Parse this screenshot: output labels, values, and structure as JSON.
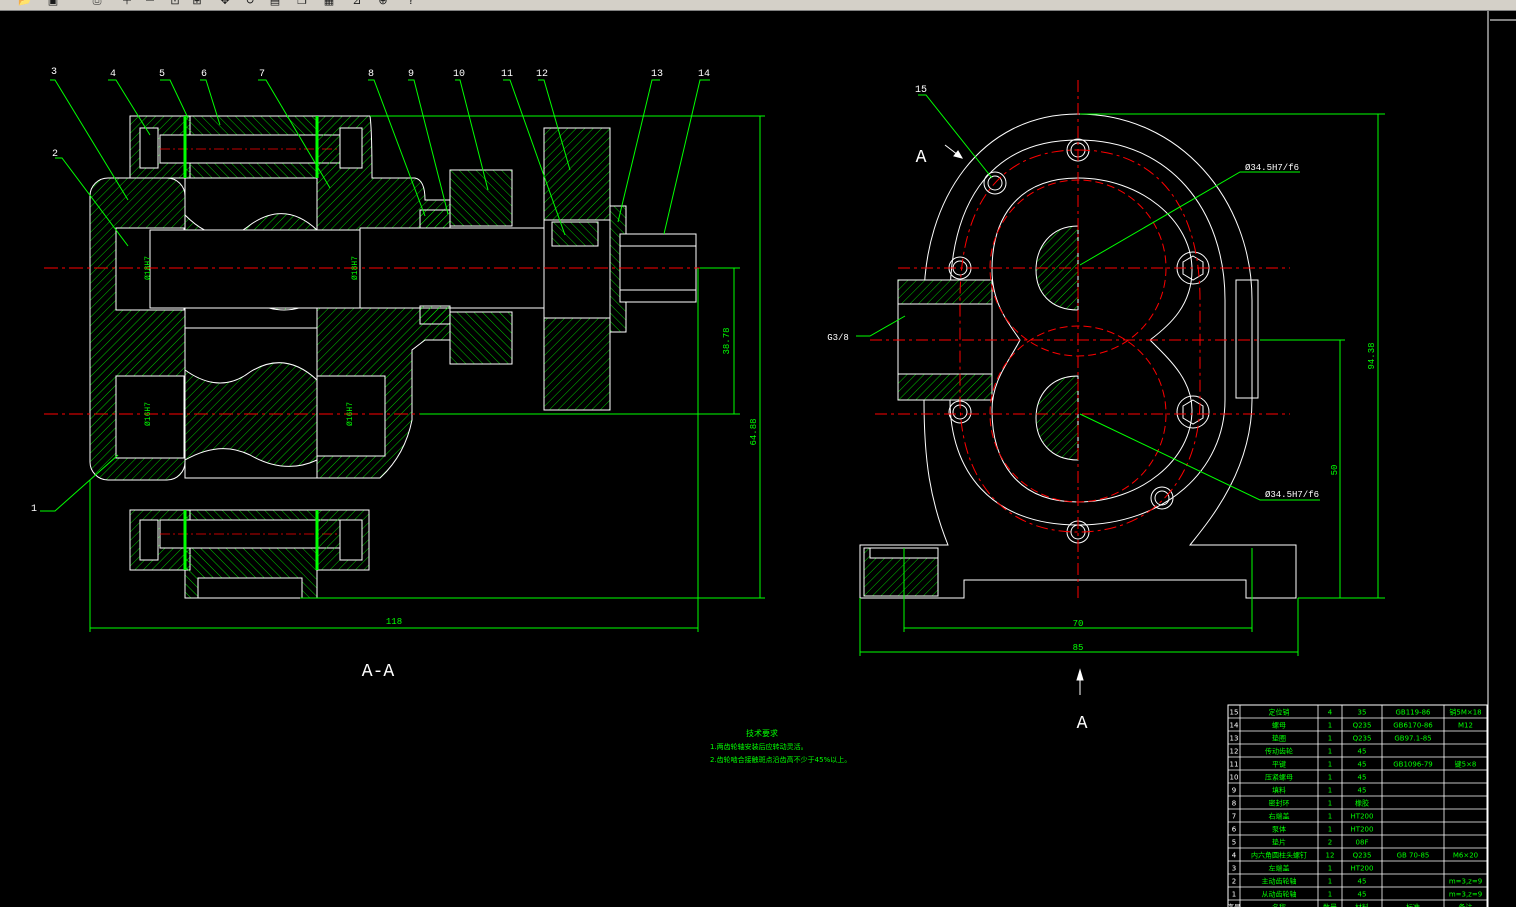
{
  "toolbar": {
    "buttons": [
      {
        "name": "open-icon",
        "glyph": "📂"
      },
      {
        "name": "save-icon",
        "glyph": "▣"
      },
      {
        "name": "print-icon",
        "glyph": "⎙"
      },
      {
        "name": "zoom-in-icon",
        "glyph": "＋"
      },
      {
        "name": "zoom-out-icon",
        "glyph": "－"
      },
      {
        "name": "zoom-window-icon",
        "glyph": "⊡"
      },
      {
        "name": "zoom-all-icon",
        "glyph": "⊞"
      },
      {
        "name": "pan-icon",
        "glyph": "✥"
      },
      {
        "name": "redraw-icon",
        "glyph": "↻"
      },
      {
        "name": "layer-icon",
        "glyph": "▤"
      },
      {
        "name": "copy-icon",
        "glyph": "❐"
      },
      {
        "name": "properties-icon",
        "glyph": "▦"
      },
      {
        "name": "measure-icon",
        "glyph": "⊿"
      },
      {
        "name": "lock-icon",
        "glyph": "⊕"
      },
      {
        "name": "help-icon",
        "glyph": "?"
      }
    ]
  },
  "colors": {
    "background": "#000000",
    "outline": "#ffffff",
    "hatch": "#00ff00",
    "leader": "#00ff00",
    "centerline": "#ff0000",
    "text_label": "#ffffff",
    "text_note": "#00ff00",
    "green_bright": "#00ff00"
  },
  "section_view": {
    "title": "A-A",
    "part_labels": [
      "1",
      "2",
      "3",
      "4",
      "5",
      "6",
      "7",
      "8",
      "9",
      "10",
      "11",
      "12",
      "13",
      "14"
    ],
    "dim_width": "118",
    "dim_height": "64.88",
    "dim_mid": "38.78",
    "dia_1": "Ø18H7",
    "dia_2": "Ø18H7",
    "dia_3": "Ø16H7",
    "dia_4": "Ø16H7"
  },
  "end_view": {
    "view_letter_top": "A",
    "view_letter_bottom": "A",
    "part_label_15": "15",
    "label_port": "G3/8",
    "label_fit_top": "Ø34.5H7/f6",
    "label_fit_bottom": "Ø34.5H7/f6",
    "dim_70": "70",
    "dim_85": "85",
    "dim_height": "94.38",
    "dim_50": "50"
  },
  "tech_notes": {
    "title": "技术要求",
    "line1": "1.两齿轮轴安装后应转动灵活。",
    "line2": "2.齿轮啮合接触斑点沿齿高不少于45%以上。"
  },
  "bom": {
    "rows": [
      [
        "15",
        "定位销",
        "4",
        "35",
        "GB119-86",
        "销5M×18"
      ],
      [
        "14",
        "螺母",
        "1",
        "Q235",
        "GB6170-86",
        "M12"
      ],
      [
        "13",
        "垫圈",
        "1",
        "Q235",
        "GB97.1-85",
        ""
      ],
      [
        "12",
        "传动齿轮",
        "1",
        "45",
        "",
        ""
      ],
      [
        "11",
        "平键",
        "1",
        "45",
        "GB1096-79",
        "键5×8"
      ],
      [
        "10",
        "压紧螺母",
        "1",
        "45",
        "",
        ""
      ],
      [
        "9",
        "填料",
        "1",
        "45",
        "",
        ""
      ],
      [
        "8",
        "密封环",
        "1",
        "橡胶",
        "",
        ""
      ],
      [
        "7",
        "右端盖",
        "1",
        "HT200",
        "",
        ""
      ],
      [
        "6",
        "泵体",
        "1",
        "HT200",
        "",
        ""
      ],
      [
        "5",
        "垫片",
        "2",
        "08F",
        "",
        ""
      ],
      [
        "4",
        "内六角圆柱头螺钉",
        "12",
        "Q235",
        "GB 70-85",
        "M6×20"
      ],
      [
        "3",
        "左端盖",
        "1",
        "HT200",
        "",
        ""
      ],
      [
        "2",
        "主动齿轮轴",
        "1",
        "45",
        "",
        "m=3,z=9"
      ],
      [
        "1",
        "从动齿轮轴",
        "1",
        "45",
        "",
        "m=3,z=9"
      ],
      [
        "序号",
        "名称",
        "数量",
        "材料",
        "标准",
        "备注"
      ]
    ]
  }
}
